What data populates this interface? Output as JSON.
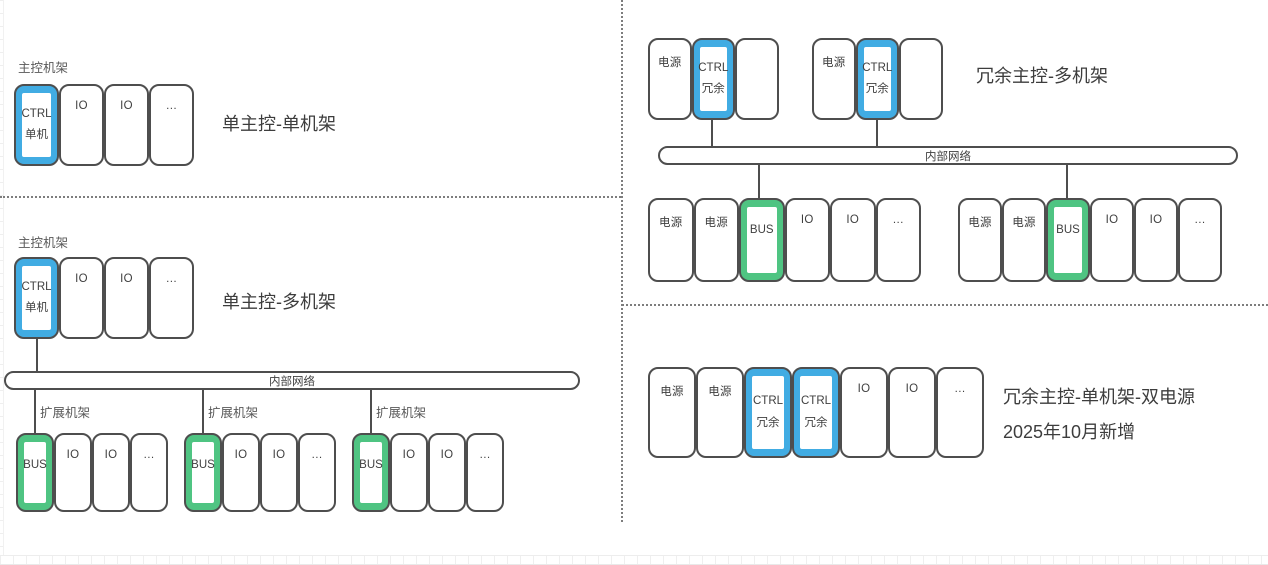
{
  "colors": {
    "module_blue": "#41ACE3",
    "module_green": "#4FC482",
    "outline_gray": "#4E4E4E",
    "text_dark": "#3F3F3F",
    "label_gray": "#595959"
  },
  "labels": {
    "main_rack": "主控机架",
    "expansion_rack": "扩展机架",
    "internal_network": "内部网络"
  },
  "captions": {
    "single_single": "单主控-单机架",
    "single_multi": "单主控-多机架",
    "redundant_multi": "冗余主控-多机架",
    "redundant_single_line1": "冗余主控-单机架-双电源",
    "redundant_single_line2": "2025年10月新增"
  },
  "slots": {
    "ctrl_single": {
      "line1": "CTRL",
      "line2": "单机"
    },
    "ctrl_redundant": {
      "line1": "CTRL",
      "line2": "冗余"
    },
    "bus": {
      "line1": "BUS"
    },
    "io": {
      "line1": "IO"
    },
    "power": {
      "line1": "电源"
    },
    "more": {
      "line1": "…"
    }
  }
}
